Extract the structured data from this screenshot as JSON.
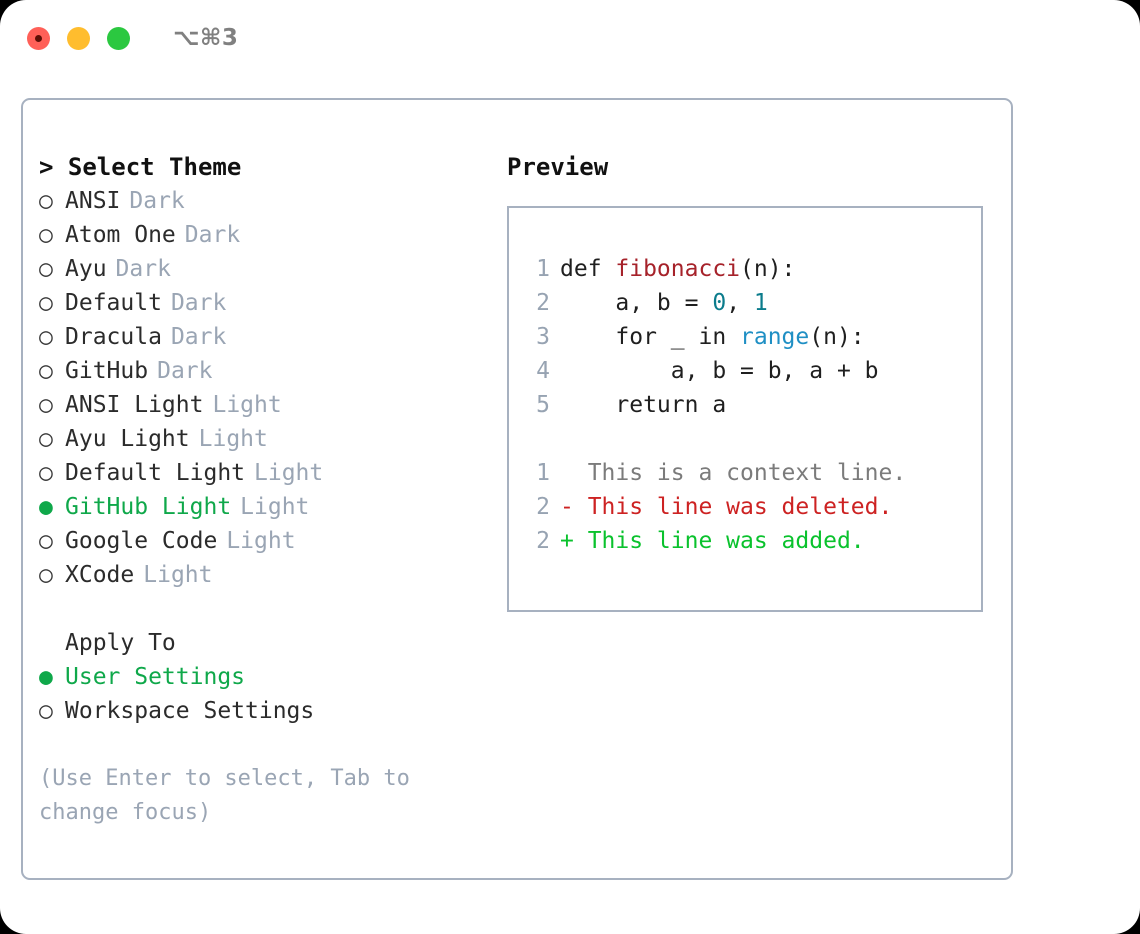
{
  "titlebar": {
    "shortcut": "⌥⌘3",
    "lights": [
      "close-red",
      "minimize-yellow",
      "zoom-green"
    ]
  },
  "left": {
    "header": "> Select Theme",
    "themes": [
      {
        "bullet": "○",
        "name": "ANSI",
        "tag": "Dark",
        "selected": false
      },
      {
        "bullet": "○",
        "name": "Atom One",
        "tag": "Dark",
        "selected": false
      },
      {
        "bullet": "○",
        "name": "Ayu",
        "tag": "Dark",
        "selected": false
      },
      {
        "bullet": "○",
        "name": "Default",
        "tag": "Dark",
        "selected": false
      },
      {
        "bullet": "○",
        "name": "Dracula",
        "tag": "Dark",
        "selected": false
      },
      {
        "bullet": "○",
        "name": "GitHub",
        "tag": "Dark",
        "selected": false
      },
      {
        "bullet": "○",
        "name": "ANSI Light",
        "tag": "Light",
        "selected": false
      },
      {
        "bullet": "○",
        "name": "Ayu Light",
        "tag": "Light",
        "selected": false
      },
      {
        "bullet": "○",
        "name": "Default Light",
        "tag": "Light",
        "selected": false
      },
      {
        "bullet": "●",
        "name": "GitHub Light",
        "tag": "Light",
        "selected": true
      },
      {
        "bullet": "○",
        "name": "Google Code",
        "tag": "Light",
        "selected": false
      },
      {
        "bullet": "○",
        "name": "XCode",
        "tag": "Light",
        "selected": false
      }
    ],
    "apply_to": {
      "header": "Apply To",
      "options": [
        {
          "bullet": "●",
          "name": "User Settings",
          "selected": true
        },
        {
          "bullet": "○",
          "name": "Workspace Settings",
          "selected": false
        }
      ]
    },
    "hint": "(Use Enter to select, Tab to change focus)"
  },
  "preview": {
    "title": "Preview",
    "code_lines": [
      {
        "no": "1",
        "tokens": [
          {
            "t": "def ",
            "c": "plain"
          },
          {
            "t": "fibonacci",
            "c": "func"
          },
          {
            "t": "(n):",
            "c": "plain"
          }
        ]
      },
      {
        "no": "2",
        "tokens": [
          {
            "t": "    a, b = ",
            "c": "plain"
          },
          {
            "t": "0",
            "c": "num"
          },
          {
            "t": ", ",
            "c": "plain"
          },
          {
            "t": "1",
            "c": "num"
          }
        ]
      },
      {
        "no": "3",
        "tokens": [
          {
            "t": "    for _ in ",
            "c": "plain"
          },
          {
            "t": "range",
            "c": "builtin"
          },
          {
            "t": "(n):",
            "c": "plain"
          }
        ]
      },
      {
        "no": "4",
        "tokens": [
          {
            "t": "        a, b = b, a + b",
            "c": "plain"
          }
        ]
      },
      {
        "no": "5",
        "tokens": [
          {
            "t": "    return a",
            "c": "plain"
          }
        ]
      }
    ],
    "diff_lines": [
      {
        "no": "1",
        "tokens": [
          {
            "t": "  This is a context line.",
            "c": "ctx"
          }
        ]
      },
      {
        "no": "2",
        "tokens": [
          {
            "t": "- This line was deleted.",
            "c": "del"
          }
        ]
      },
      {
        "no": "2",
        "tokens": [
          {
            "t": "+ This line was added.",
            "c": "add"
          }
        ]
      }
    ]
  },
  "colors": {
    "accent_green": "#0fa84a",
    "diff_add": "#0ac22d",
    "diff_del": "#cd2222",
    "muted": "#9aa5b4",
    "border": "#a7b1c0",
    "func": "#a6222a",
    "number": "#0b7c8c",
    "builtin": "#1f8fc4"
  }
}
